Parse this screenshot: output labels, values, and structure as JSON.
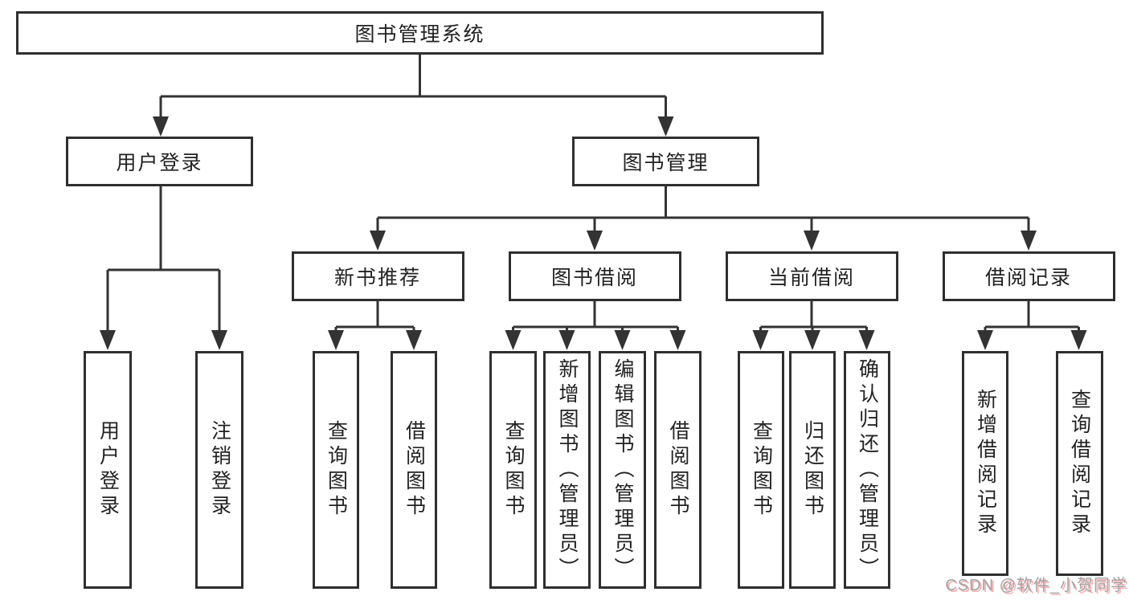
{
  "diagram": {
    "root": "图书管理系统",
    "level2": {
      "user_login": "用户登录",
      "book_management": "图书管理"
    },
    "level3": {
      "new_books": "新书推荐",
      "book_borrow": "图书借阅",
      "current_borrow": "当前借阅",
      "borrow_records": "借阅记录"
    },
    "leaves": {
      "user_login": [
        "用户登录",
        "注销登录"
      ],
      "new_books": [
        "查询图书",
        "借阅图书"
      ],
      "book_borrow": [
        "查询图书",
        "新增图书（管理员）",
        "编辑图书（管理员）",
        "借阅图书"
      ],
      "current_borrow": [
        "查询图书",
        "归还图书",
        "确认归还（管理员）"
      ],
      "borrow_records": [
        "新增借阅记录",
        "查询借阅记录"
      ]
    }
  },
  "watermark": "CSDN @软件_小贺同学",
  "colors": {
    "line": "#333333",
    "box_border": "#2f2f2f",
    "text": "#222222",
    "background": "#ffffff",
    "watermark_text": "#a3a3a3",
    "watermark_shadow": "#fbadad"
  }
}
